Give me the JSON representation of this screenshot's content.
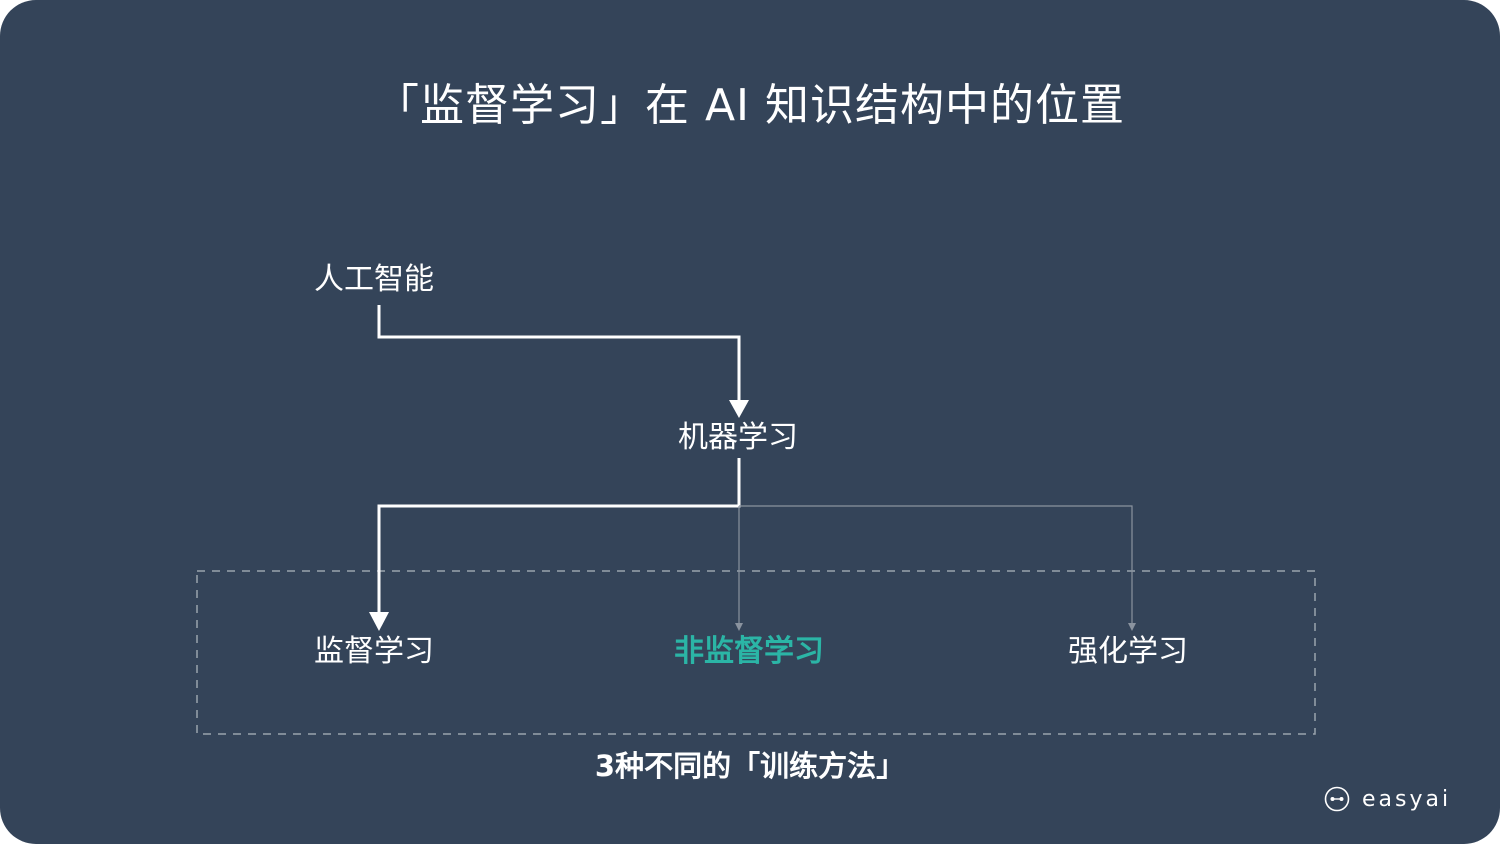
{
  "title": "「监督学习」在 AI 知识结构中的位置",
  "nodes": {
    "ai": "人工智能",
    "ml": "机器学习",
    "supervised": "监督学习",
    "unsupervised": "非监督学习",
    "reinforcement": "强化学习"
  },
  "caption": "3种不同的「训练方法」",
  "brand": {
    "name": "easyai",
    "icon": "link-circle-icon"
  },
  "colors": {
    "background": "#344459",
    "highlight": "#2bb5a6",
    "primary_line": "#ffffff",
    "secondary_line": "#8a939f",
    "dashed_border": "#9aa3ad"
  }
}
